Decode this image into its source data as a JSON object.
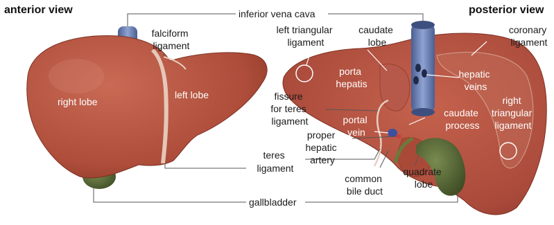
{
  "views": {
    "anterior": "anterior view",
    "posterior": "posterior view"
  },
  "labels": {
    "inferior_vena_cava": "inferior vena cava",
    "falciform_ligament": [
      "falciform",
      "ligament"
    ],
    "right_lobe": "right lobe",
    "left_lobe": "left lobe",
    "left_triangular_ligament": [
      "left triangular",
      "ligament"
    ],
    "caudate_lobe": [
      "caudate",
      "lobe"
    ],
    "coronary_ligament": [
      "coronary",
      "ligament"
    ],
    "porta_hepatis": [
      "porta",
      "hepatis"
    ],
    "hepatic_veins": [
      "hepatic",
      "veins"
    ],
    "fissure_for_teres_ligament": [
      "fissure",
      "for teres",
      "ligament"
    ],
    "caudate_process": [
      "caudate",
      "process"
    ],
    "right_triangular_ligament": [
      "right",
      "triangular",
      "ligament"
    ],
    "portal_vein": [
      "portal",
      "vein"
    ],
    "proper_hepatic_artery": [
      "proper",
      "hepatic",
      "artery"
    ],
    "teres_ligament": [
      "teres",
      "ligament"
    ],
    "common_bile_duct": [
      "common",
      "bile duct"
    ],
    "quadrate_lobe": [
      "quadrate",
      "lobe"
    ],
    "gallbladder": "gallbladder"
  },
  "colors": {
    "liver": "#b5533f",
    "liver_dark": "#8f3b2b",
    "liver_light": "#c9705a",
    "gallbladder": "#5a6b3a",
    "vena_cava": "#6a7fb0",
    "ligament": "#e8cfc0"
  }
}
